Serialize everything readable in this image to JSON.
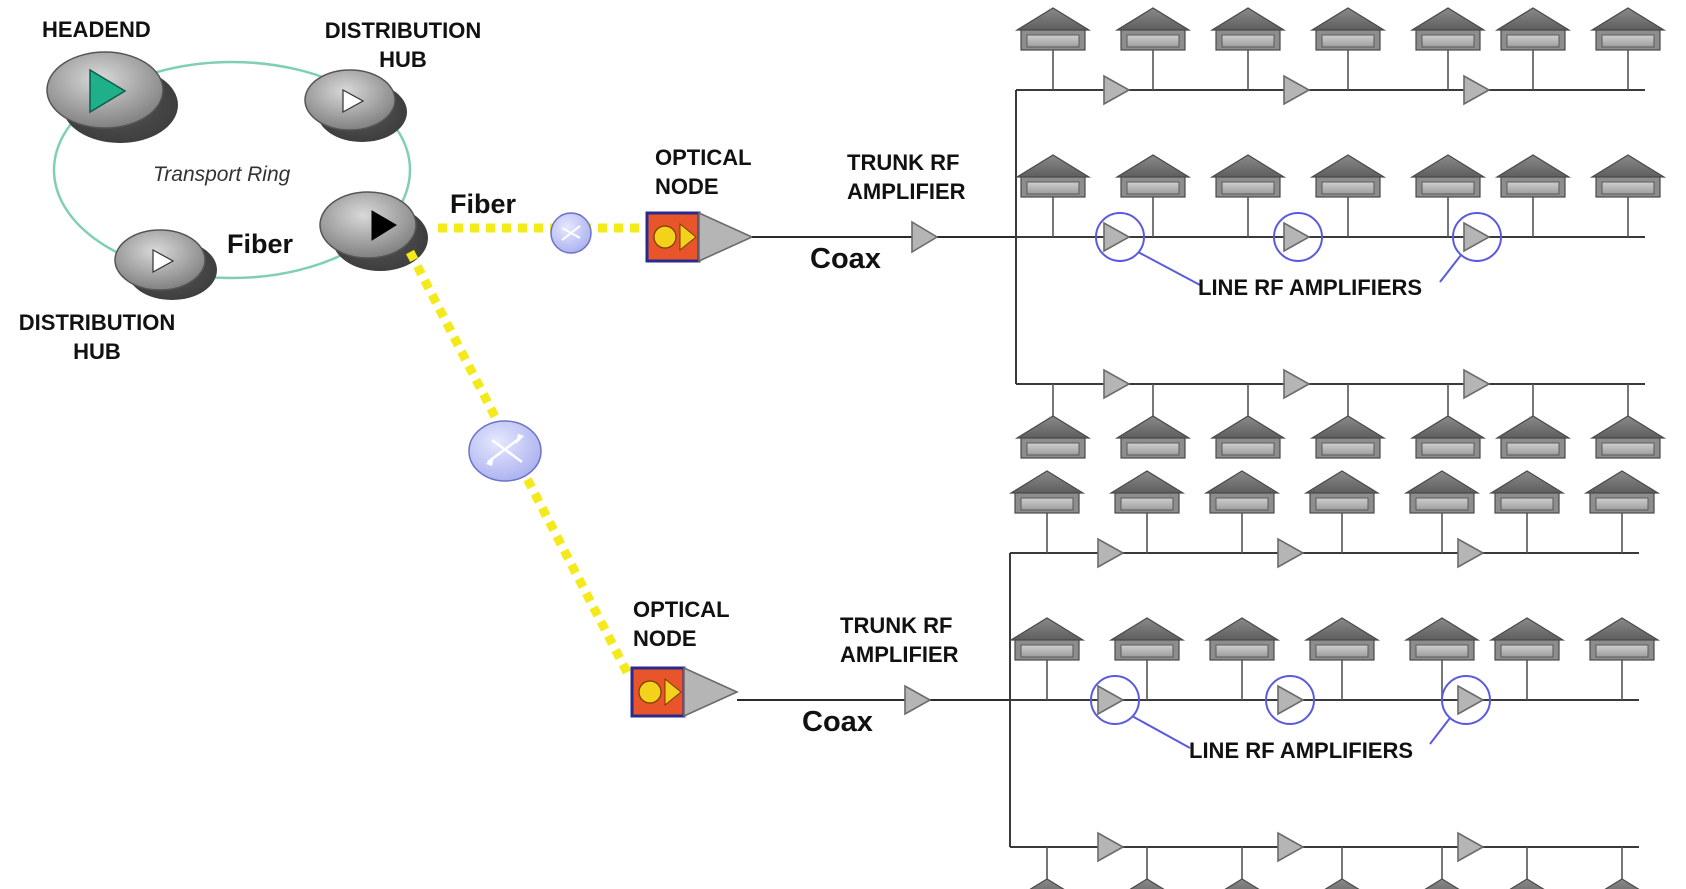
{
  "labels": {
    "headend": "HEADEND",
    "distribution_hub_top": [
      "DISTRIBUTION",
      "HUB"
    ],
    "distribution_hub_bottom": [
      "DISTRIBUTION",
      "HUB"
    ],
    "transport_ring": "Transport Ring",
    "fiber_ring": "Fiber",
    "fiber_out": "Fiber",
    "optical_node": [
      "OPTICAL",
      "NODE"
    ],
    "trunk_rf_amplifier": [
      "TRUNK RF",
      "AMPLIFIER"
    ],
    "coax": "Coax",
    "line_rf_amplifiers": "LINE RF AMPLIFIERS"
  },
  "colors": {
    "fiber": "#f4ea1a",
    "ring": "#7fd0b2",
    "headend_arrow": "#1fb08a",
    "highlight": "#5a5ae0",
    "optical_node_fill": "#e8552b",
    "optical_node_border": "#2a2a8c",
    "splitter": "#c9cdf5"
  },
  "icons": [
    "headend-icon",
    "distribution-hub-icon",
    "optical-node-icon",
    "trunk-amplifier-icon",
    "line-amplifier-icon",
    "house-icon",
    "splitter-icon"
  ]
}
